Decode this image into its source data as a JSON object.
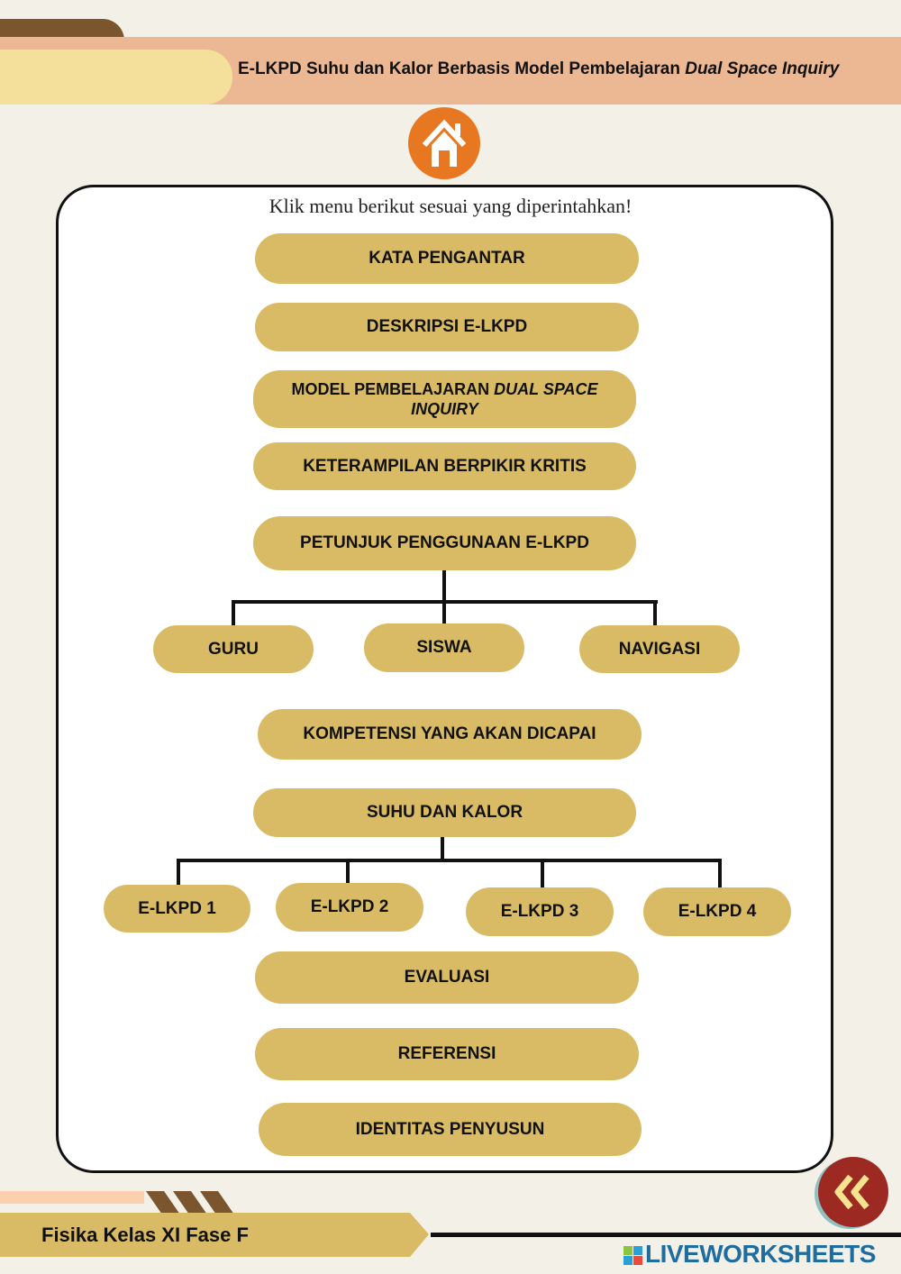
{
  "header": {
    "title": "E-LKPD Suhu dan Kalor Berbasis Model Pembelajaran ",
    "title_italic": "Dual Space Inquiry"
  },
  "home_icon": "home-icon",
  "instruction": "Klik menu berikut sesuai yang diperintahkan!",
  "menu": {
    "kata_pengantar": "KATA PENGANTAR",
    "deskripsi": "DESKRIPSI E-LKPD",
    "model": "MODEL PEMBELAJARAN ",
    "model_italic": "DUAL SPACE INQUIRY",
    "keterampilan": "KETERAMPILAN BERPIKIR KRITIS",
    "petunjuk": "PETUNJUK PENGGUNAAN E-LKPD",
    "guru": "GURU",
    "siswa": "SISWA",
    "navigasi": "NAVIGASI",
    "kompetensi": "KOMPETENSI YANG AKAN DICAPAI",
    "suhu": "SUHU DAN KALOR",
    "elkpd1": "E-LKPD 1",
    "elkpd2": "E-LKPD 2",
    "elkpd3": "E-LKPD 3",
    "elkpd4": "E-LKPD 4",
    "evaluasi": "EVALUASI",
    "referensi": "REFERENSI",
    "identitas": "IDENTITAS PENYUSUN"
  },
  "footer": {
    "label": "Fisika Kelas XI Fase F",
    "brand": "LIVEWORKSHEETS",
    "back_icon": "double-chevron-left-icon"
  },
  "colors": {
    "button": "#d8bb64",
    "header_band": "#ecb894",
    "accent": "#e87722",
    "back": "#9c2a22"
  }
}
